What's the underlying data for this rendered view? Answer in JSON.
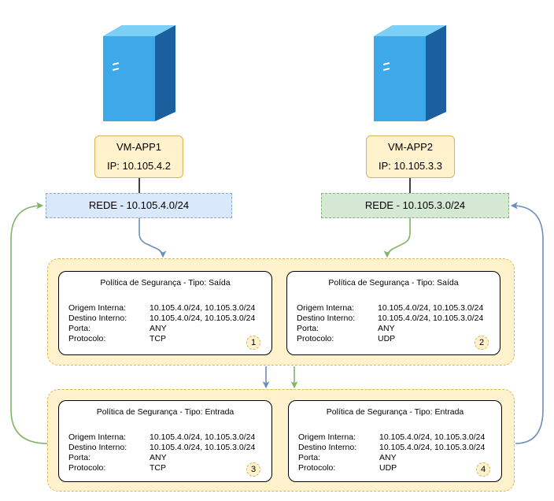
{
  "vms": [
    {
      "name": "VM-APP1",
      "ip": "IP: 10.105.4.2",
      "network": "REDE - 10.105.4.0/24"
    },
    {
      "name": "VM-APP2",
      "ip": "IP: 10.105.3.3",
      "network": "REDE - 10.105.3.0/24"
    }
  ],
  "policies": [
    {
      "title": "Política de Segurança - Tipo: Saída",
      "number": "1",
      "rows": [
        {
          "label": "Origem Interna:",
          "value": "10.105.4.0/24, 10.105.3.0/24"
        },
        {
          "label": "Destino Interno:",
          "value": "10.105.4.0/24, 10.105.3.0/24"
        },
        {
          "label": "Porta:",
          "value": "ANY"
        },
        {
          "label": "Protocolo:",
          "value": "TCP"
        }
      ]
    },
    {
      "title": "Política de Segurança - Tipo: Saída",
      "number": "2",
      "rows": [
        {
          "label": "Origem Interna:",
          "value": "10.105.4.0/24, 10.105.3.0/24"
        },
        {
          "label": "Destino Interno:",
          "value": "10.105.4.0/24, 10.105.3.0/24"
        },
        {
          "label": "Porta:",
          "value": "ANY"
        },
        {
          "label": "Protocolo:",
          "value": "UDP"
        }
      ]
    },
    {
      "title": "Política de Segurança - Tipo: Entrada",
      "number": "3",
      "rows": [
        {
          "label": "Origem Interna:",
          "value": "10.105.4.0/24, 10.105.3.0/24"
        },
        {
          "label": "Destino Interno:",
          "value": "10.105.4.0/24, 10.105.3.0/24"
        },
        {
          "label": "Porta:",
          "value": "ANY"
        },
        {
          "label": "Protocolo:",
          "value": "TCP"
        }
      ]
    },
    {
      "title": "Política de Segurança - Tipo: Entrada",
      "number": "4",
      "rows": [
        {
          "label": "Origem Interna:",
          "value": "10.105.4.0/24, 10.105.3.0/24"
        },
        {
          "label": "Destino Interno:",
          "value": "10.105.4.0/24, 10.105.3.0/24"
        },
        {
          "label": "Porta:",
          "value": "ANY"
        },
        {
          "label": "Protocolo:",
          "value": "UDP"
        }
      ]
    }
  ],
  "icons": {
    "vm": "server-tower-icon"
  },
  "colors": {
    "vm_fill": "#fff2cc",
    "vm_border": "#d6b656",
    "net1_fill": "#dae8fc",
    "net2_fill": "#d5e8d4",
    "arrow_blue": "#6c8ebf",
    "arrow_green": "#82b366",
    "server_light": "#4fb8ee",
    "server_dark": "#1e6fb3"
  }
}
